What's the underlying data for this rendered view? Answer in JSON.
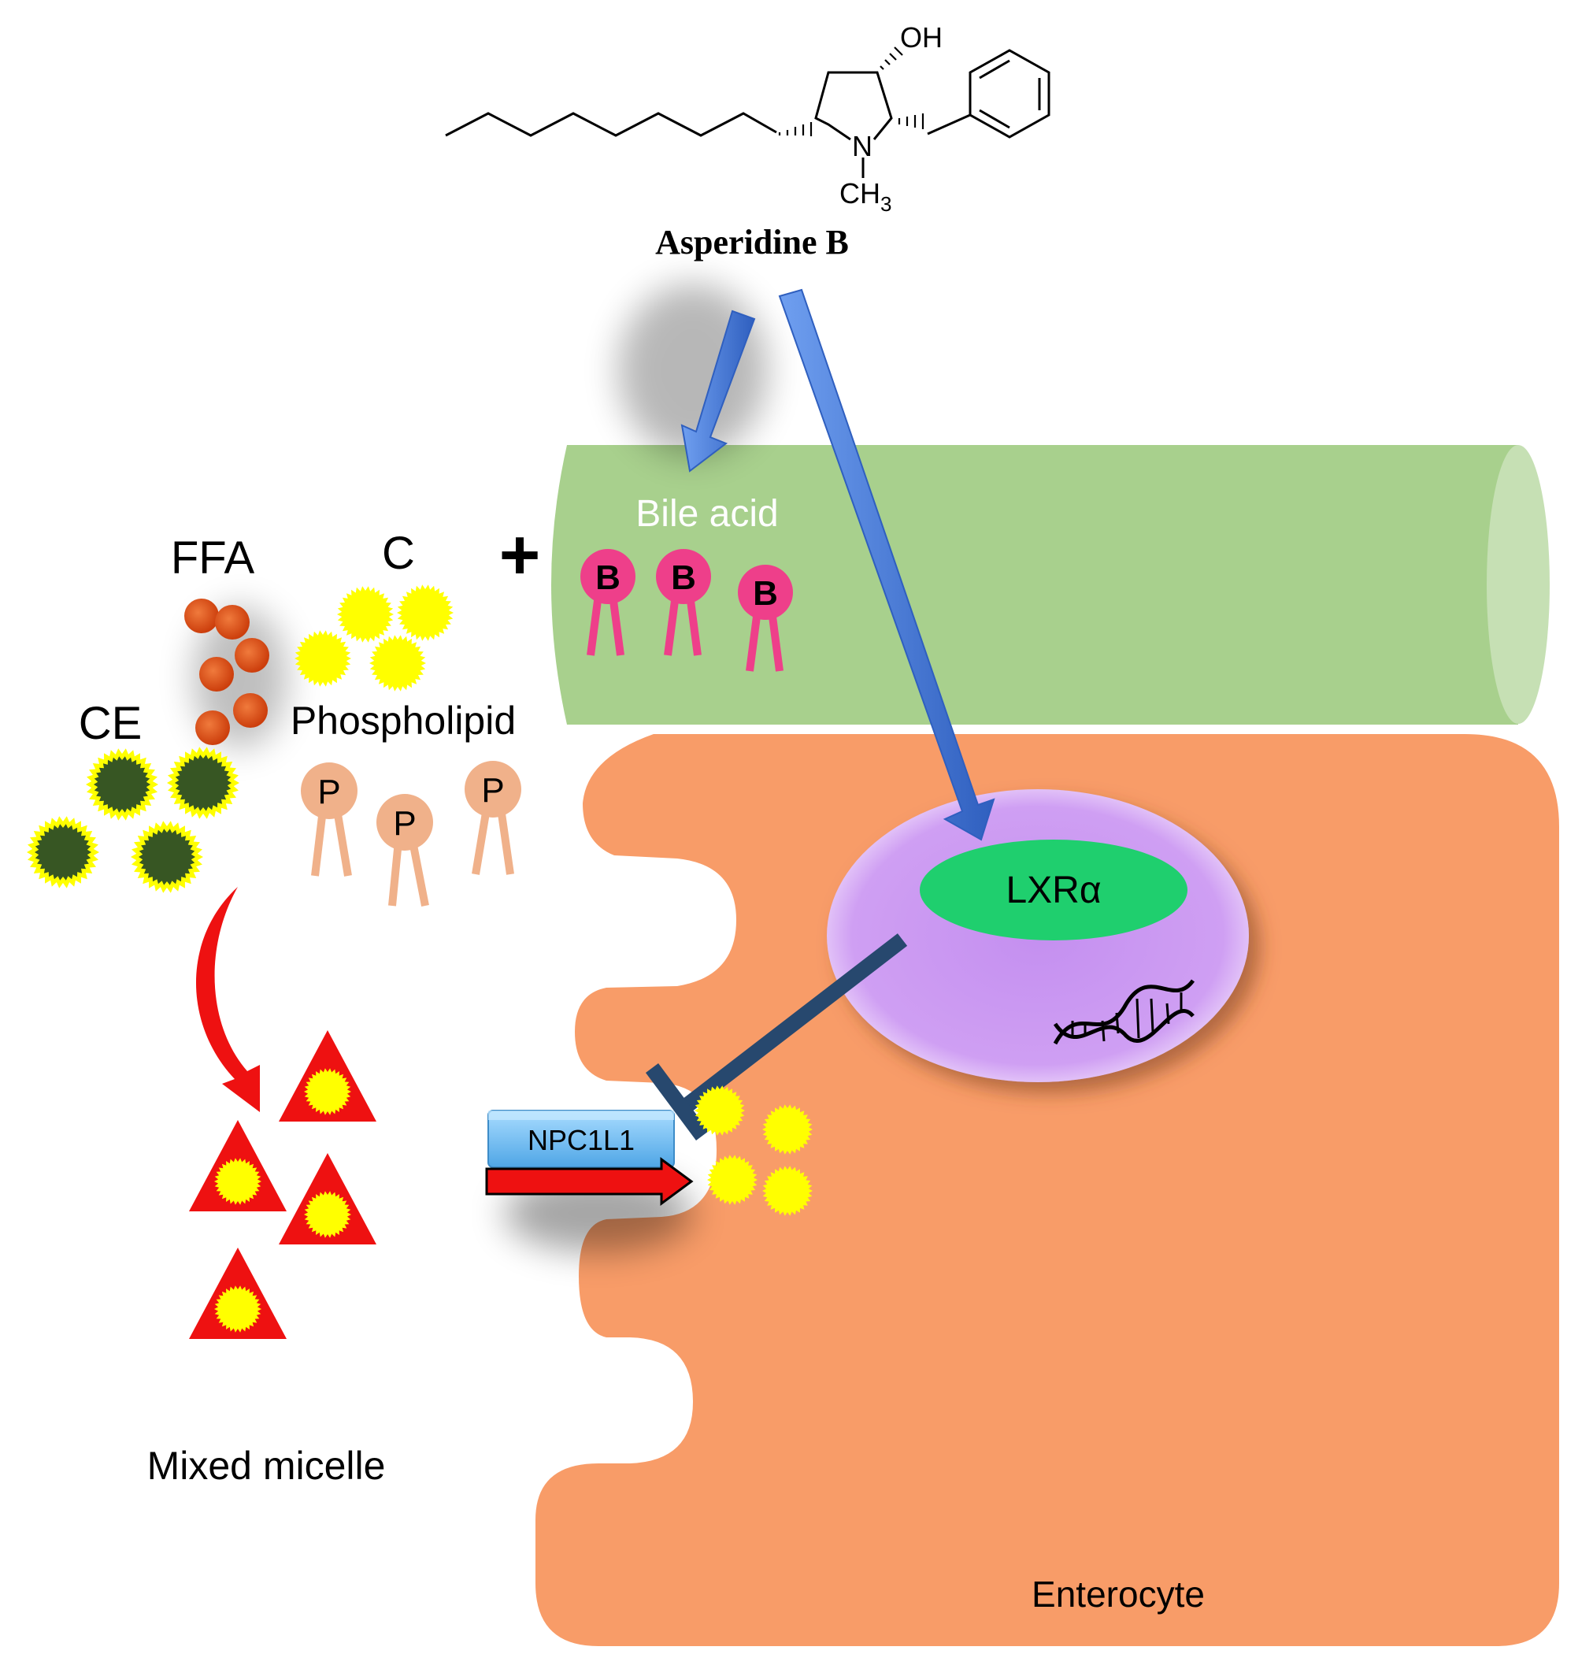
{
  "compound": {
    "name": "Asperidine B",
    "label_oh": "OH",
    "label_n": "N",
    "label_ch3": "CH",
    "label_ch3_sub": "3"
  },
  "labels": {
    "bile_acid": "Bile acid",
    "ffa": "FFA",
    "c": "C",
    "plus": "+",
    "ce": "CE",
    "phospholipid": "Phospholipid",
    "mixed_micelle": "Mixed micelle",
    "lxr": "LXRα",
    "npc1l1": "NPC1L1",
    "enterocyte": "Enterocyte"
  },
  "glyphs": {
    "bile_acid_head": "B",
    "phospholipid_head": "P"
  },
  "colors": {
    "bile_tube": "#a8d08d",
    "bile_tube_cap": "#c6e0b4",
    "enterocyte": "#f89c68",
    "nucleus": "#cc99f0",
    "lxr": "#1fcf6e",
    "arrow_blue": "#4477d4",
    "inhibit": "#27486e",
    "ffa": "#e3511c",
    "cholesterol": "#ffff00",
    "ce_core": "#375623",
    "bile_pink": "#ee3f8a",
    "phospholipid": "#f0b18a",
    "micelle_red": "#ee1111",
    "npc1l1": "#6fbcf0"
  }
}
